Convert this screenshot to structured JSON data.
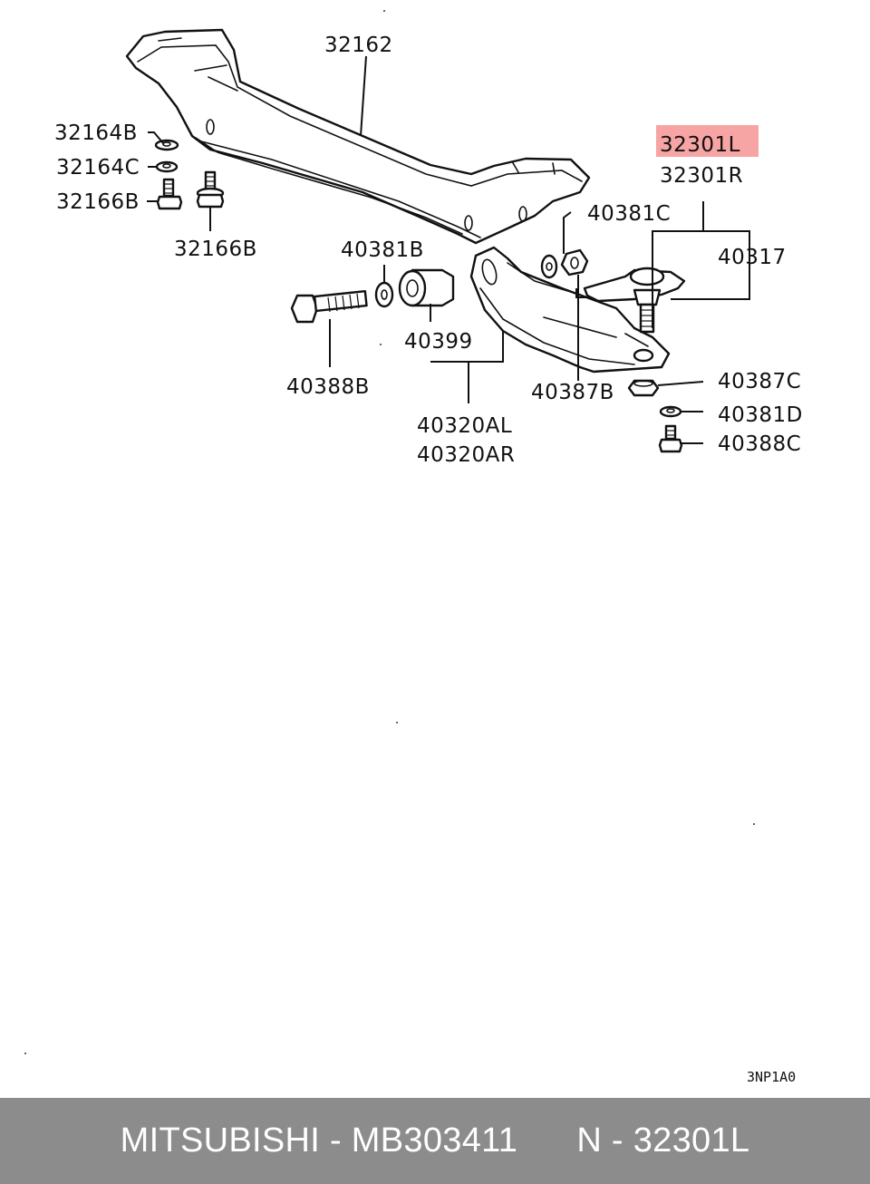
{
  "diagram": {
    "highlight_color": "#f7a4a4",
    "labels": {
      "p32162": "32162",
      "p32164B": "32164B",
      "p32164C": "32164C",
      "p32166B_left": "32166B",
      "p32166B_bottom": "32166B",
      "p32301L": "32301L",
      "p32301R": "32301R",
      "p40381C": "40381C",
      "p40317": "40317",
      "p40381B": "40381B",
      "p40399": "40399",
      "p40388B": "40388B",
      "p40387B": "40387B",
      "p40320AL": "40320AL",
      "p40320AR": "40320AR",
      "p40387C": "40387C",
      "p40381D": "40381D",
      "p40388C": "40388C"
    },
    "figure_code": "3NP1A0"
  },
  "footer": {
    "background": "#8c8c8c",
    "text": "MITSUBISHI - MB303411      N - 32301L"
  }
}
